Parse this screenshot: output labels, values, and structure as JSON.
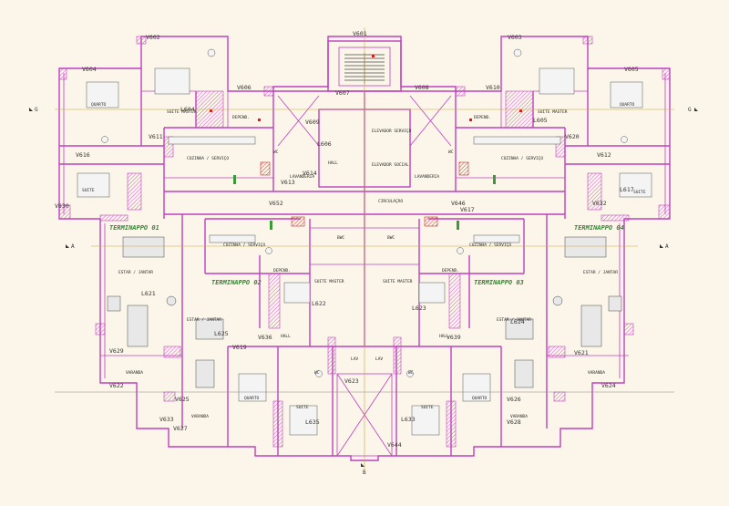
{
  "beams": {
    "v601": "V601",
    "v602": "V602",
    "v603": "V603",
    "v604": "V604",
    "v605": "V605",
    "v606": "V606",
    "v607": "V607",
    "v608": "V608",
    "v609": "V609",
    "v610": "V610",
    "v611": "V611",
    "v612": "V612",
    "v613": "V613",
    "v614": "V614",
    "v616": "V616",
    "v617": "V617",
    "v619": "V619",
    "v620": "V620",
    "v621": "V621",
    "v622": "V622",
    "v623": "V623",
    "v624": "V624",
    "v625": "V625",
    "v626": "V626",
    "v627": "V627",
    "v628": "V628",
    "v629": "V629",
    "v630": "V630",
    "v632": "V632",
    "v633": "V633",
    "v636": "V636",
    "v639": "V639",
    "v644": "V644",
    "v646": "V646",
    "v652": "V652"
  },
  "slabs": {
    "l604": "L604",
    "l605": "L605",
    "l606": "L606",
    "l617": "L617",
    "l621": "L621",
    "l622": "L622",
    "l623": "L623",
    "l624": "L624",
    "l625": "L625",
    "l633": "L633",
    "l635": "L635"
  },
  "units": {
    "t01": "TERMINAPPO 01",
    "t02": "TERMINAPPO 02",
    "t03": "TERMINAPPO 03",
    "t04": "TERMINAPPO 04"
  },
  "rooms": {
    "quarto": "QUARTO",
    "suite": "SUITE",
    "suite_master": "SUITE MASTER",
    "cozinha": "COZINHA / SERVIÇO",
    "estar": "ESTAR / JANTAR",
    "varanda": "VARANDA",
    "circulacao": "CIRCULAÇÃO",
    "elevador": "ELEVADOR SOCIAL",
    "elevador_serv": "ELEVADOR SERVIÇO",
    "hall": "HALL",
    "lavanderia": "LAVANDERIA",
    "depend": "DEPEND.",
    "wc": "WC",
    "bwc": "BWC",
    "lav": "LAV"
  },
  "axes": {
    "g": "G",
    "a": "A",
    "b": "B"
  },
  "colors": {
    "wall": "#c040c0",
    "unit_label": "#2f8a2f",
    "background": "#fbf6e9"
  }
}
